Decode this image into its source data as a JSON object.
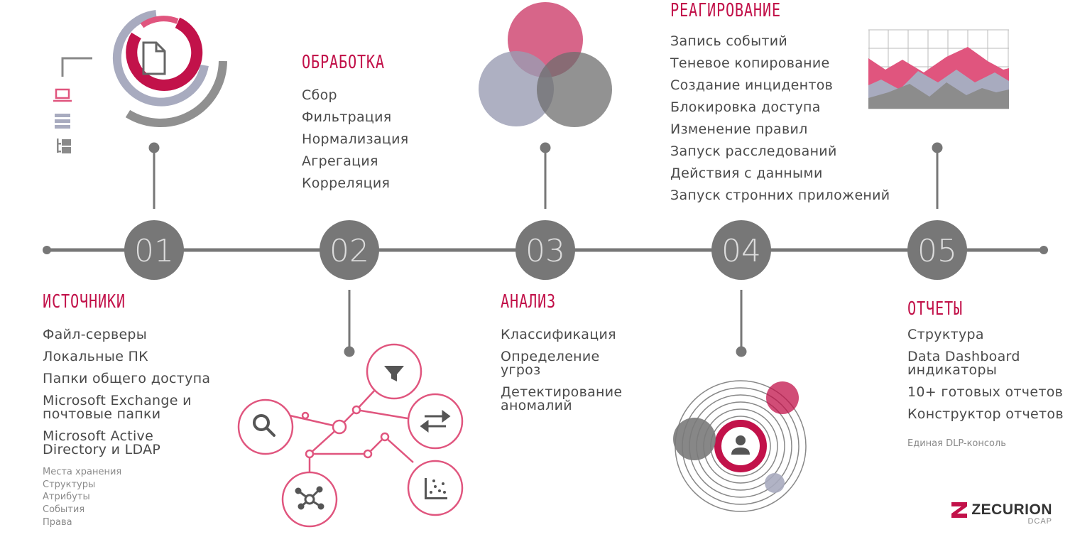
{
  "steps": [
    {
      "number": "01",
      "title": "ИСТОЧНИКИ",
      "items": [
        [
          "Файл-серверы"
        ],
        [
          "Локальные ПК"
        ],
        [
          "Папки общего доступа"
        ],
        [
          "Microsoft Exchange и",
          "почтовые папки"
        ],
        [
          "Microsoft Active",
          "Directory и LDAP"
        ]
      ],
      "details": [
        "Места хранения",
        "Структуры",
        "Атрибуты",
        "События",
        "Права"
      ]
    },
    {
      "number": "02",
      "title": "ОБРАБОТКА",
      "items": [
        [
          "Сбор"
        ],
        [
          "Фильтрация"
        ],
        [
          "Нормализация"
        ],
        [
          "Агрегация"
        ],
        [
          "Корреляция"
        ]
      ]
    },
    {
      "number": "03",
      "title": "АНАЛИЗ",
      "items": [
        [
          "Классификация"
        ],
        [
          "Определение",
          "угроз"
        ],
        [
          "Детектирование",
          "аномалий"
        ]
      ]
    },
    {
      "number": "04",
      "title": "РЕАГИРОВАНИЕ",
      "items": [
        [
          "Запись событий"
        ],
        [
          "Теневое копирование"
        ],
        [
          "Создание инцидентов"
        ],
        [
          "Блокировка доступа"
        ],
        [
          "Изменение правил"
        ],
        [
          "Запуск расследований"
        ],
        [
          "Действия с данными"
        ],
        [
          "Запуск стронних приложений"
        ]
      ]
    },
    {
      "number": "05",
      "title": "ОТЧЕТЫ",
      "items": [
        [
          "Структура"
        ],
        [
          "Data Dashboard",
          "индикаторы"
        ],
        [
          "10+ готовых отчетов"
        ],
        [
          "Конструктор отчетов"
        ]
      ],
      "note": "Единая DLP-консоль"
    }
  ],
  "logo": {
    "name": "ZECURION",
    "sub": "DCAP"
  },
  "colors": {
    "accent": "#c2124a",
    "pink": "#e0557e",
    "gray": "#7a7a7a",
    "lavender": "#a8abbf"
  },
  "icons": [
    "laptop-icon",
    "server-icon",
    "folder-tree-icon",
    "document-icon",
    "filter-icon",
    "search-icon",
    "swap-arrows-icon",
    "network-icon",
    "scatter-plot-icon",
    "user-icon"
  ]
}
